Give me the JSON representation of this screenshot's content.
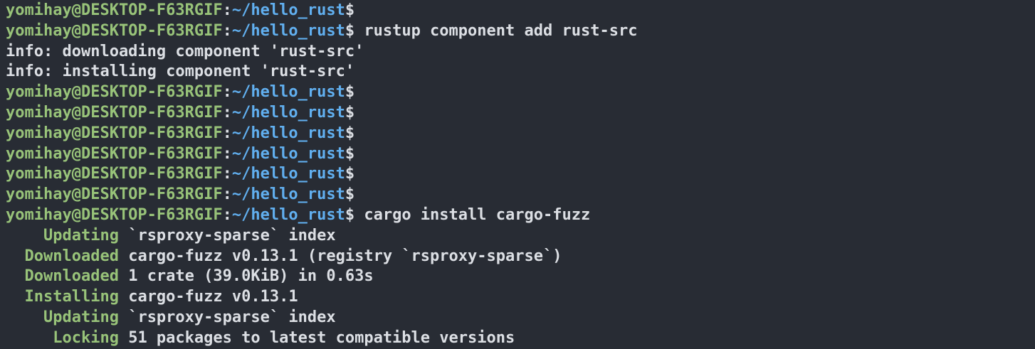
{
  "theme": {
    "background": "#282c34",
    "foreground": "#dcdfe4",
    "prompt_green": "#98c379",
    "path_blue": "#61afef"
  },
  "terminal": {
    "lines": [
      [
        {
          "c": "g",
          "n": "prompt-user-host",
          "t": "yomihay@DESKTOP-F63RGIF"
        },
        {
          "c": "fg",
          "n": "prompt-separator",
          "t": ":"
        },
        {
          "c": "b",
          "n": "prompt-path",
          "t": "~/hello_rust"
        },
        {
          "c": "fg",
          "n": "prompt-sigil",
          "t": "$"
        }
      ],
      [
        {
          "c": "g",
          "n": "prompt-user-host",
          "t": "yomihay@DESKTOP-F63RGIF"
        },
        {
          "c": "fg",
          "n": "prompt-separator",
          "t": ":"
        },
        {
          "c": "b",
          "n": "prompt-path",
          "t": "~/hello_rust"
        },
        {
          "c": "fg",
          "n": "prompt-sigil",
          "t": "$"
        },
        {
          "c": "fg",
          "n": "command-text",
          "t": " rustup component add rust-src"
        }
      ],
      [
        {
          "c": "fg",
          "n": "output-text",
          "t": "info: downloading component 'rust-src'"
        }
      ],
      [
        {
          "c": "fg",
          "n": "output-text",
          "t": "info: installing component 'rust-src'"
        }
      ],
      [
        {
          "c": "g",
          "n": "prompt-user-host",
          "t": "yomihay@DESKTOP-F63RGIF"
        },
        {
          "c": "fg",
          "n": "prompt-separator",
          "t": ":"
        },
        {
          "c": "b",
          "n": "prompt-path",
          "t": "~/hello_rust"
        },
        {
          "c": "fg",
          "n": "prompt-sigil",
          "t": "$"
        }
      ],
      [
        {
          "c": "g",
          "n": "prompt-user-host",
          "t": "yomihay@DESKTOP-F63RGIF"
        },
        {
          "c": "fg",
          "n": "prompt-separator",
          "t": ":"
        },
        {
          "c": "b",
          "n": "prompt-path",
          "t": "~/hello_rust"
        },
        {
          "c": "fg",
          "n": "prompt-sigil",
          "t": "$"
        }
      ],
      [
        {
          "c": "g",
          "n": "prompt-user-host",
          "t": "yomihay@DESKTOP-F63RGIF"
        },
        {
          "c": "fg",
          "n": "prompt-separator",
          "t": ":"
        },
        {
          "c": "b",
          "n": "prompt-path",
          "t": "~/hello_rust"
        },
        {
          "c": "fg",
          "n": "prompt-sigil",
          "t": "$"
        }
      ],
      [
        {
          "c": "g",
          "n": "prompt-user-host",
          "t": "yomihay@DESKTOP-F63RGIF"
        },
        {
          "c": "fg",
          "n": "prompt-separator",
          "t": ":"
        },
        {
          "c": "b",
          "n": "prompt-path",
          "t": "~/hello_rust"
        },
        {
          "c": "fg",
          "n": "prompt-sigil",
          "t": "$"
        }
      ],
      [
        {
          "c": "g",
          "n": "prompt-user-host",
          "t": "yomihay@DESKTOP-F63RGIF"
        },
        {
          "c": "fg",
          "n": "prompt-separator",
          "t": ":"
        },
        {
          "c": "b",
          "n": "prompt-path",
          "t": "~/hello_rust"
        },
        {
          "c": "fg",
          "n": "prompt-sigil",
          "t": "$"
        }
      ],
      [
        {
          "c": "g",
          "n": "prompt-user-host",
          "t": "yomihay@DESKTOP-F63RGIF"
        },
        {
          "c": "fg",
          "n": "prompt-separator",
          "t": ":"
        },
        {
          "c": "b",
          "n": "prompt-path",
          "t": "~/hello_rust"
        },
        {
          "c": "fg",
          "n": "prompt-sigil",
          "t": "$"
        }
      ],
      [
        {
          "c": "g",
          "n": "prompt-user-host",
          "t": "yomihay@DESKTOP-F63RGIF"
        },
        {
          "c": "fg",
          "n": "prompt-separator",
          "t": ":"
        },
        {
          "c": "b",
          "n": "prompt-path",
          "t": "~/hello_rust"
        },
        {
          "c": "fg",
          "n": "prompt-sigil",
          "t": "$"
        },
        {
          "c": "fg",
          "n": "command-text",
          "t": " cargo install cargo-fuzz"
        }
      ],
      [
        {
          "c": "g",
          "n": "cargo-status-verb",
          "t": "    Updating"
        },
        {
          "c": "fg",
          "n": "output-text",
          "t": " `rsproxy-sparse` index"
        }
      ],
      [
        {
          "c": "g",
          "n": "cargo-status-verb",
          "t": "  Downloaded"
        },
        {
          "c": "fg",
          "n": "output-text",
          "t": " cargo-fuzz v0.13.1 (registry `rsproxy-sparse`)"
        }
      ],
      [
        {
          "c": "g",
          "n": "cargo-status-verb",
          "t": "  Downloaded"
        },
        {
          "c": "fg",
          "n": "output-text",
          "t": " 1 crate (39.0KiB) in 0.63s"
        }
      ],
      [
        {
          "c": "g",
          "n": "cargo-status-verb",
          "t": "  Installing"
        },
        {
          "c": "fg",
          "n": "output-text",
          "t": " cargo-fuzz v0.13.1"
        }
      ],
      [
        {
          "c": "g",
          "n": "cargo-status-verb",
          "t": "    Updating"
        },
        {
          "c": "fg",
          "n": "output-text",
          "t": " `rsproxy-sparse` index"
        }
      ],
      [
        {
          "c": "g",
          "n": "cargo-status-verb",
          "t": "     Locking"
        },
        {
          "c": "fg",
          "n": "output-text",
          "t": " 51 packages to latest compatible versions"
        }
      ]
    ]
  }
}
